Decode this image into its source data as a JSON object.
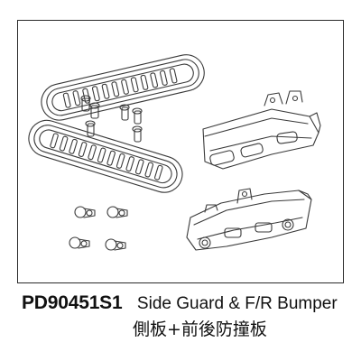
{
  "product": {
    "part_number": "PD90451S1",
    "name_en": "Side Guard & F/R Bumper",
    "name_cn": "側板+前後防撞板"
  },
  "colors": {
    "line": "#3a3a3a",
    "background": "#ffffff",
    "text": "#111111"
  }
}
